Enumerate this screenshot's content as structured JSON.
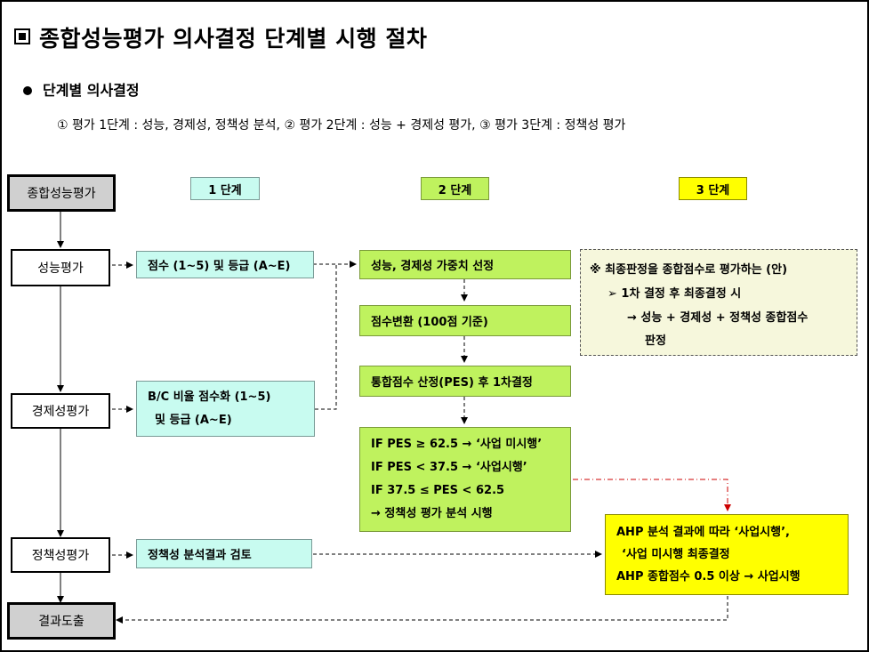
{
  "title": "종합성능평가 의사결정 단계별 시행 절차",
  "bullet": "단계별 의사결정",
  "description": "① 평가 1단계 : 성능, 경제성, 정책성 분석,  ② 평가 2단계 : 성능 + 경제성 평가, ③ 평가 3단계 : 정책성 평가",
  "left_boxes": {
    "overall": "종합성능평가",
    "performance": "성능평가",
    "economic": "경제성평가",
    "policy": "정책성평가",
    "result": "결과도출"
  },
  "stages": {
    "s1": "1 단계",
    "s2": "2 단계",
    "s3": "3 단계"
  },
  "stage1": {
    "score": "점수 (1~5) 및 등급 (A~E)",
    "bc_line1": "B/C 비율 점수화 (1~5)",
    "bc_line2": "및 등급 (A~E)",
    "policy": "정책성 분석결과  검토"
  },
  "stage2": {
    "weight": "성능, 경제성 가중치 선정",
    "convert": "점수변환 (100점 기준)",
    "pes": "통합점수 산정(PES) 후 1차결정",
    "cond1": "IF PES ≥ 62.5 → ‘사업 미시행’",
    "cond2": "IF PES < 37.5 → ‘사업시행’",
    "cond3": "IF 37.5 ≤ PES < 62.5",
    "cond4": "→ 정책성 평가 분석 시행"
  },
  "note": {
    "line1": "※ 최종판정을 종합점수로 평가하는 (안)",
    "line2": "➢ 1차 결정 후 최종결정 시",
    "line3": "→ 성능 + 경제성 + 정책성 종합점수",
    "line4": "판정"
  },
  "stage3": {
    "line1": "AHP 분석 결과에 따라 ‘사업시행’,",
    "line2": "‘사업 미시행 최종결정",
    "line3": "AHP 종합점수 0.5 이상 → 사업시행"
  },
  "colors": {
    "cyan": "#c8fbf0",
    "green": "#bff25e",
    "yellow": "#ffff00",
    "note_bg": "#f6f7dc",
    "gray": "#d0d0d0",
    "red_arrow": "#cc0000"
  }
}
